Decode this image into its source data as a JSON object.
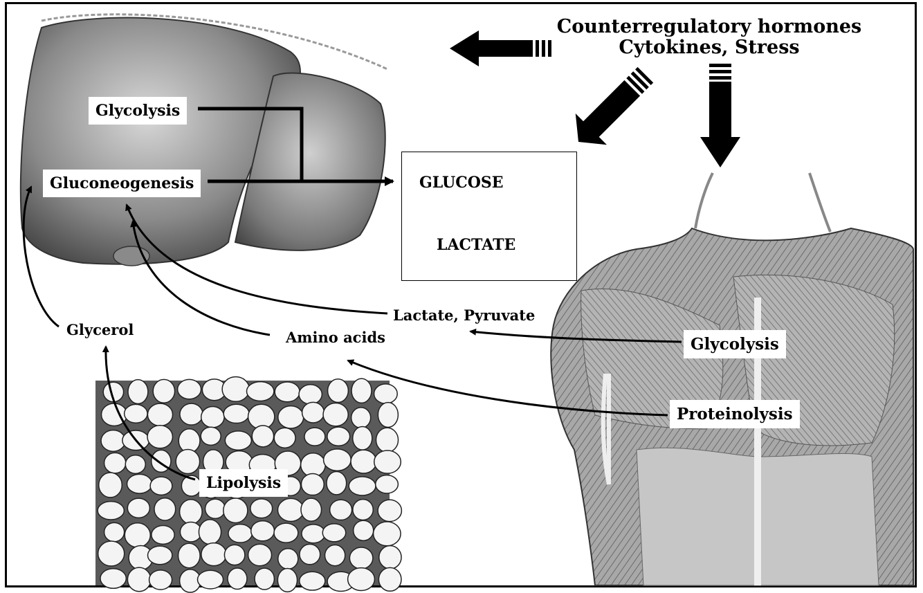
{
  "liver": {
    "glycolysis": "Glycolysis",
    "gluconeogenesis": "Gluconeogenesis"
  },
  "hormones": {
    "line1": "Counterregulatory hormones",
    "line2": "Cytokines, Stress"
  },
  "center_box": {
    "glucose": "GLUCOSE",
    "lactate": "LACTATE"
  },
  "substrates": {
    "lactate_pyruvate": "Lactate, Pyruvate",
    "amino_acids": "Amino acids",
    "glycerol": "Glycerol"
  },
  "muscle": {
    "glycolysis": "Glycolysis",
    "proteinolysis": "Proteinolysis"
  },
  "fat": {
    "lipolysis": "Lipolysis"
  }
}
